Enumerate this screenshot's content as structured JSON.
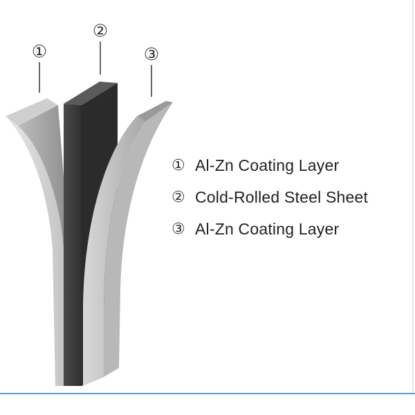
{
  "diagram": {
    "callouts": [
      {
        "id": "1",
        "symbol": "①"
      },
      {
        "id": "2",
        "symbol": "②"
      },
      {
        "id": "3",
        "symbol": "③"
      }
    ],
    "legend": [
      {
        "symbol": "①",
        "text": "Al-Zn Coating Layer"
      },
      {
        "symbol": "②",
        "text": "Cold-Rolled Steel Sheet"
      },
      {
        "symbol": "③",
        "text": "Al-Zn Coating Layer"
      }
    ],
    "colors": {
      "coating_face": "#a9a9a9",
      "coating_edge": "#d4d4d4",
      "steel_front": "#3e3e3e",
      "steel_side": "#2a2a2a",
      "steel_top": "#5a5a5a",
      "frame_accent": "#5b9bd5"
    }
  }
}
